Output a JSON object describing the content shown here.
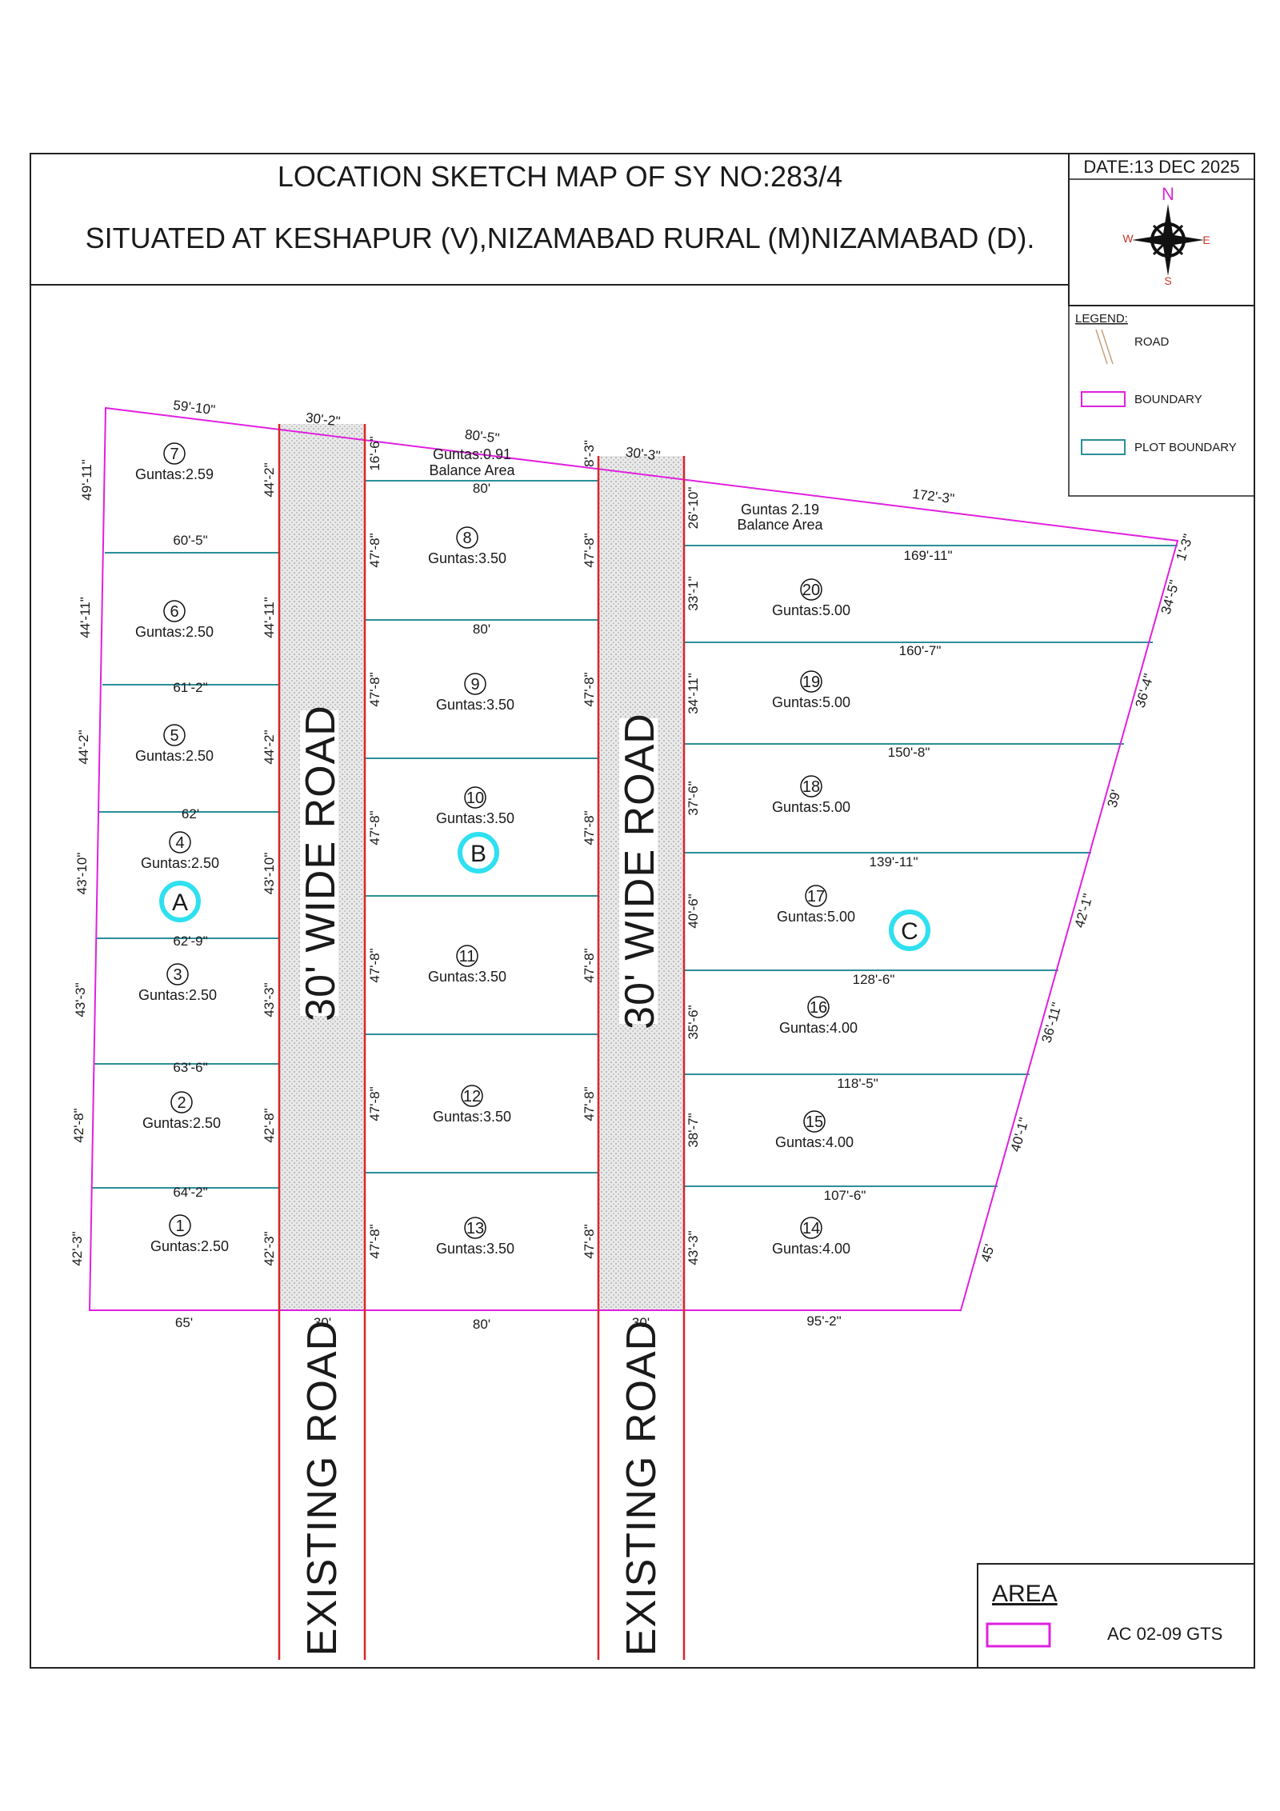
{
  "header": {
    "title_line1": "LOCATION SKETCH MAP OF SY NO:283/4",
    "title_line2": "SITUATED AT KESHAPUR (V),NIZAMABAD RURAL (M)NIZAMABAD (D).",
    "date": "DATE:13 DEC 2025"
  },
  "compass": {
    "n": "N",
    "s": "S",
    "e": "E",
    "w": "W"
  },
  "legend": {
    "heading": "LEGEND:",
    "road": "ROAD",
    "boundary": "BOUNDARY",
    "plot_boundary": "PLOT BOUNDARY",
    "boundary_color": "#e020e0",
    "plot_boundary_color": "#2a8f9a",
    "road_color": "#d8262a"
  },
  "area_box": {
    "heading": "AREA",
    "value": "AC 02-09 GTS"
  },
  "roads": {
    "wide_road_label": "30' WIDE ROAD",
    "existing_road_label": "EXISTING ROAD"
  },
  "plots": [
    {
      "num": "1",
      "guntas": "Guntas:2.50"
    },
    {
      "num": "2",
      "guntas": "Guntas:2.50"
    },
    {
      "num": "3",
      "guntas": "Guntas:2.50"
    },
    {
      "num": "4",
      "guntas": "Guntas:2.50"
    },
    {
      "num": "5",
      "guntas": "Guntas:2.50"
    },
    {
      "num": "6",
      "guntas": "Guntas:2.50"
    },
    {
      "num": "7",
      "guntas": "Guntas:2.59"
    },
    {
      "num": "8",
      "guntas": "Guntas:3.50"
    },
    {
      "num": "9",
      "guntas": "Guntas:3.50"
    },
    {
      "num": "10",
      "guntas": "Guntas:3.50"
    },
    {
      "num": "11",
      "guntas": "Guntas:3.50"
    },
    {
      "num": "12",
      "guntas": "Guntas:3.50"
    },
    {
      "num": "13",
      "guntas": "Guntas:3.50"
    },
    {
      "num": "14",
      "guntas": "Guntas:4.00"
    },
    {
      "num": "15",
      "guntas": "Guntas:4.00"
    },
    {
      "num": "16",
      "guntas": "Guntas:4.00"
    },
    {
      "num": "17",
      "guntas": "Guntas:5.00"
    },
    {
      "num": "18",
      "guntas": "Guntas:5.00"
    },
    {
      "num": "19",
      "guntas": "Guntas:5.00"
    },
    {
      "num": "20",
      "guntas": "Guntas:5.00"
    }
  ],
  "balance_areas": {
    "middle_guntas": "Guntas:0.91",
    "middle_label": "Balance Area",
    "right_guntas": "Guntas  2.19",
    "right_label": "Balance Area"
  },
  "blocks": {
    "a": "A",
    "b": "B",
    "c": "C"
  },
  "dims": {
    "top_left": "59'-10\"",
    "top_road1": "30'-2\"",
    "top_mid": "80'-5\"",
    "top_road2": "30'-3\"",
    "top_right": "172'-3\"",
    "right_end": "1'-3\"",
    "bottom_left": "65'",
    "bottom_road1": "30'",
    "bottom_mid": "80'",
    "bottom_road2": "30'",
    "bottom_right": "95'-2\"",
    "left_w": [
      "60'-5\"",
      "61'-2\"",
      "62'",
      "62'-9\"",
      "63'-6\"",
      "64'-2\""
    ],
    "left_outer": [
      "49'-11\"",
      "44'-11\"",
      "44'-2\"",
      "43'-10\"",
      "43'-3\"",
      "42'-8\"",
      "42'-3\""
    ],
    "left_inner": [
      "44'-2\"",
      "44'-11\"",
      "44'-2\"",
      "43'-10\"",
      "43'-3\"",
      "42'-8\"",
      "42'-3\""
    ],
    "mid_w": [
      "80'",
      "80'"
    ],
    "mid_left": [
      "16'-6\"",
      "47'-8\"",
      "47'-8\"",
      "47'-8\"",
      "47'-8\"",
      "47'-8\"",
      "47'-8\""
    ],
    "mid_right": [
      "8'-3\"",
      "47'-8\"",
      "47'-8\"",
      "47'-8\"",
      "47'-8\"",
      "47'-8\"",
      "47'-8\""
    ],
    "right_w": [
      "169'-11\"",
      "160'-7\"",
      "150'-8\"",
      "139'-11\"",
      "128'-6\"",
      "118'-5\"",
      "107'-6\""
    ],
    "right_left": [
      "26'-10\"",
      "33'-1\"",
      "34'-11\"",
      "37'-6\"",
      "40'-6\"",
      "35'-6\"",
      "38'-7\"",
      "43'-3\""
    ],
    "right_diag": [
      "34'-5\"",
      "36'-4\"",
      "39'",
      "42'-1\"",
      "36'-11\"",
      "40'-1\"",
      "45'"
    ]
  }
}
